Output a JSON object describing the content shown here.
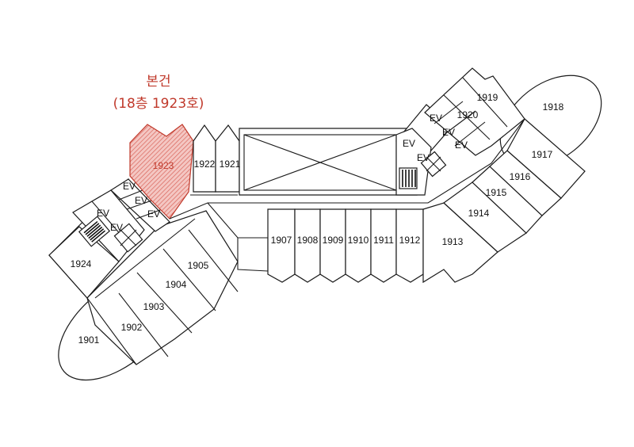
{
  "caption": {
    "line1": "본건",
    "line2": "(18층 1923호)"
  },
  "highlight_color": "#c0392b",
  "units": {
    "u1901": "1901",
    "u1902": "1902",
    "u1903": "1903",
    "u1904": "1904",
    "u1905": "1905",
    "u1907": "1907",
    "u1908": "1908",
    "u1909": "1909",
    "u1910": "1910",
    "u1911": "1911",
    "u1912": "1912",
    "u1913": "1913",
    "u1914": "1914",
    "u1915": "1915",
    "u1916": "1916",
    "u1917": "1917",
    "u1918": "1918",
    "u1919": "1919",
    "u1920": "1920",
    "u1921": "1921",
    "u1922": "1922",
    "u1923": "1923",
    "u1924": "1924"
  },
  "elevator_label": "EV"
}
